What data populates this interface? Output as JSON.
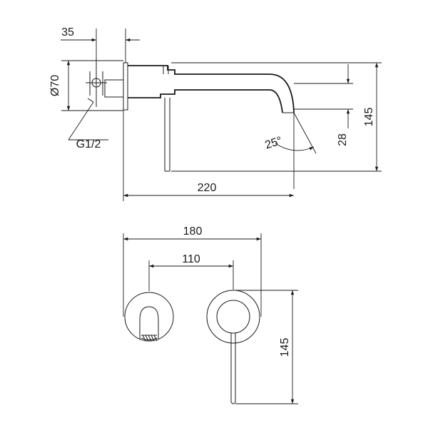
{
  "side_view": {
    "dim_flange_depth": "35",
    "dim_flange_diameter": "Ø70",
    "dim_thread": "G1/2",
    "dim_spout_angle": "25°",
    "dim_spout_drop": "28",
    "dim_total_height": "145",
    "dim_spout_reach": "220"
  },
  "front_view": {
    "dim_outer_width": "180",
    "dim_center_distance": "110",
    "dim_height": "145"
  }
}
